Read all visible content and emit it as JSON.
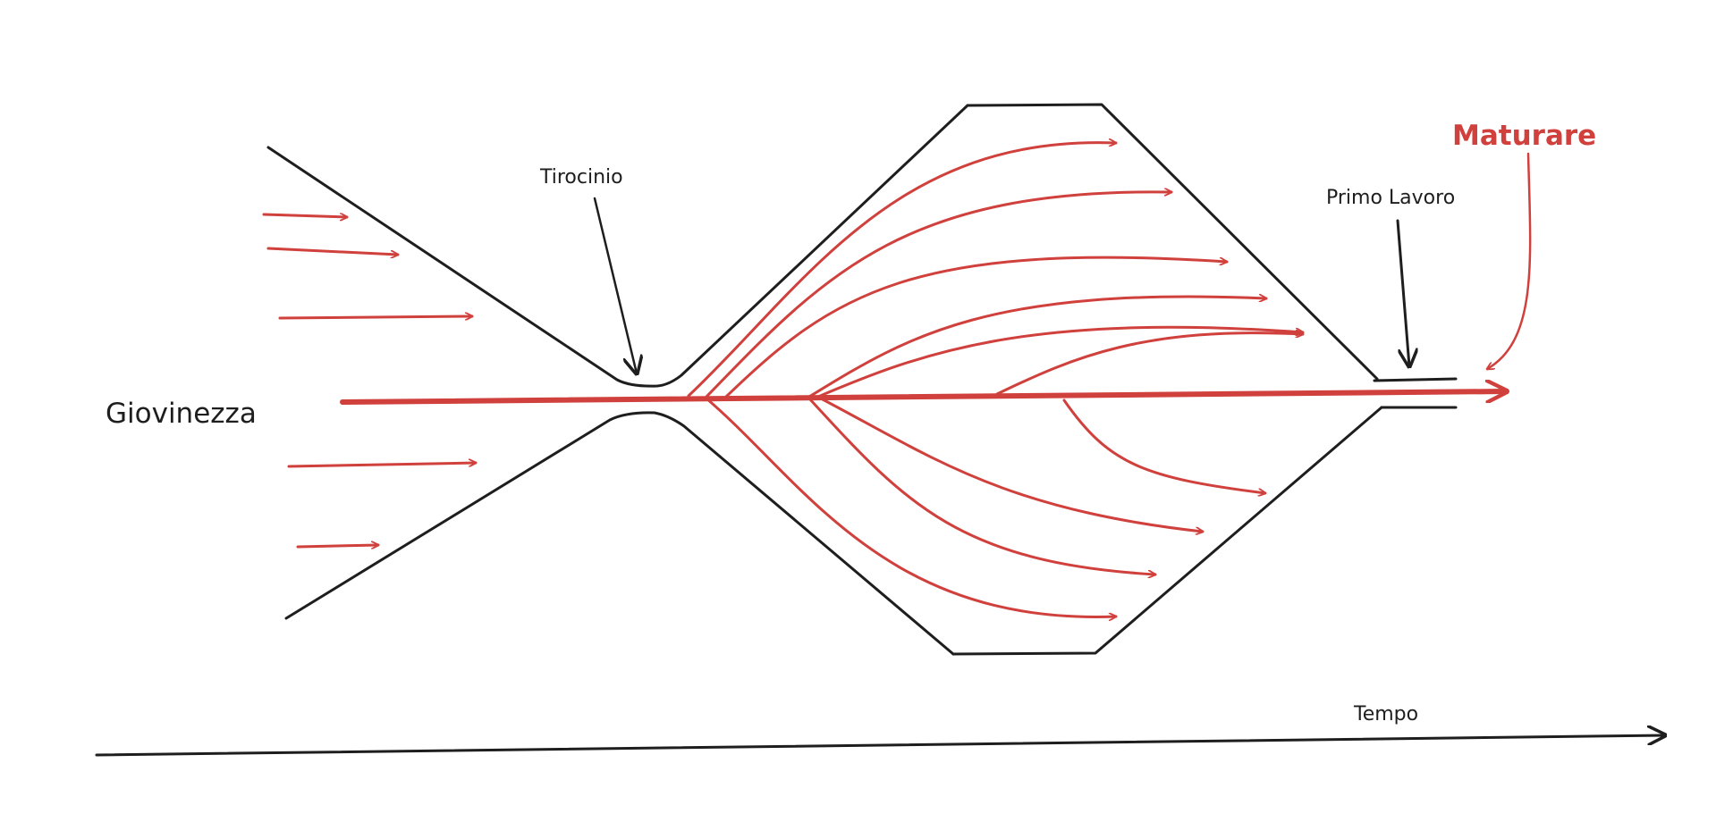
{
  "labels": {
    "giovinezza": "Giovinezza",
    "tirocinio": "Tirocinio",
    "primo_lavoro": "Primo Lavoro",
    "maturare": "Maturare",
    "tempo": "Tempo"
  },
  "colors": {
    "ink": "#1e1e1e",
    "accent": "#d0403c"
  }
}
